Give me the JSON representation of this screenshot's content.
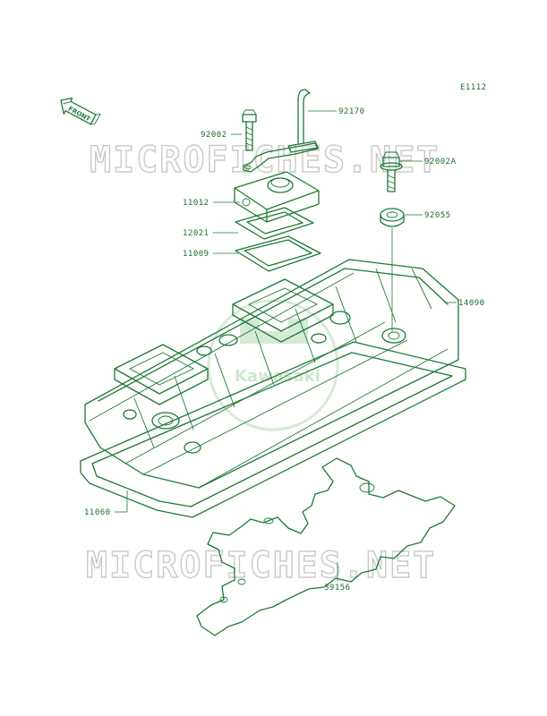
{
  "figure_code": "E1112",
  "front_label": "FRONT",
  "watermark_text": "MICROFICHES.NET",
  "brand_logo_text": "Kawasaki",
  "colors": {
    "line": "#1d7a33",
    "watermark": "#c9c9c9",
    "logo": "#cfe6cf"
  },
  "callouts": {
    "c92170": "92170",
    "c92002": "92002",
    "c92002A": "92002A",
    "c11012": "11012",
    "c12021": "12021",
    "c11009": "11009",
    "c92055": "92055",
    "c14090": "14090",
    "c11060": "11060",
    "c39156": "39156"
  }
}
